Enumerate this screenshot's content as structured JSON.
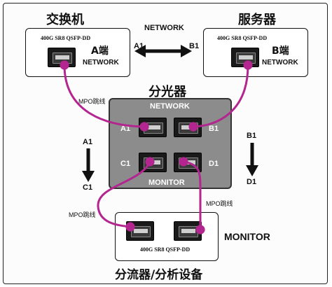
{
  "switch": {
    "title": "交换机",
    "module": "400G SR8 QSFP-DD",
    "end_label": "A端",
    "network": "NETWORK"
  },
  "server": {
    "title": "服务器",
    "module": "400G SR8 QSFP-DD",
    "end_label": "B端",
    "network": "NETWORK"
  },
  "link": {
    "network": "NETWORK",
    "a1": "A1",
    "b1": "B1"
  },
  "splitter": {
    "title": "分光器",
    "network": "NETWORK",
    "monitor": "MONITOR",
    "ports": {
      "a1": "A1",
      "b1": "B1",
      "c1": "C1",
      "d1": "D1"
    }
  },
  "flows": {
    "left_top": "A1",
    "left_bottom": "C1",
    "right_top": "B1",
    "right_bottom": "D1"
  },
  "cables": {
    "switch_cable": "MPO跳线",
    "monitor_cable_left": "MPO跳线",
    "monitor_cable_right": "MPO跳线"
  },
  "monitor_device": {
    "title": "分流器/分析设备",
    "module": "400G SR8 QSFP-DD",
    "monitor": "MONITOR"
  },
  "colors": {
    "cable": "#b3268f",
    "splitter_body": "#8c8c8c"
  }
}
